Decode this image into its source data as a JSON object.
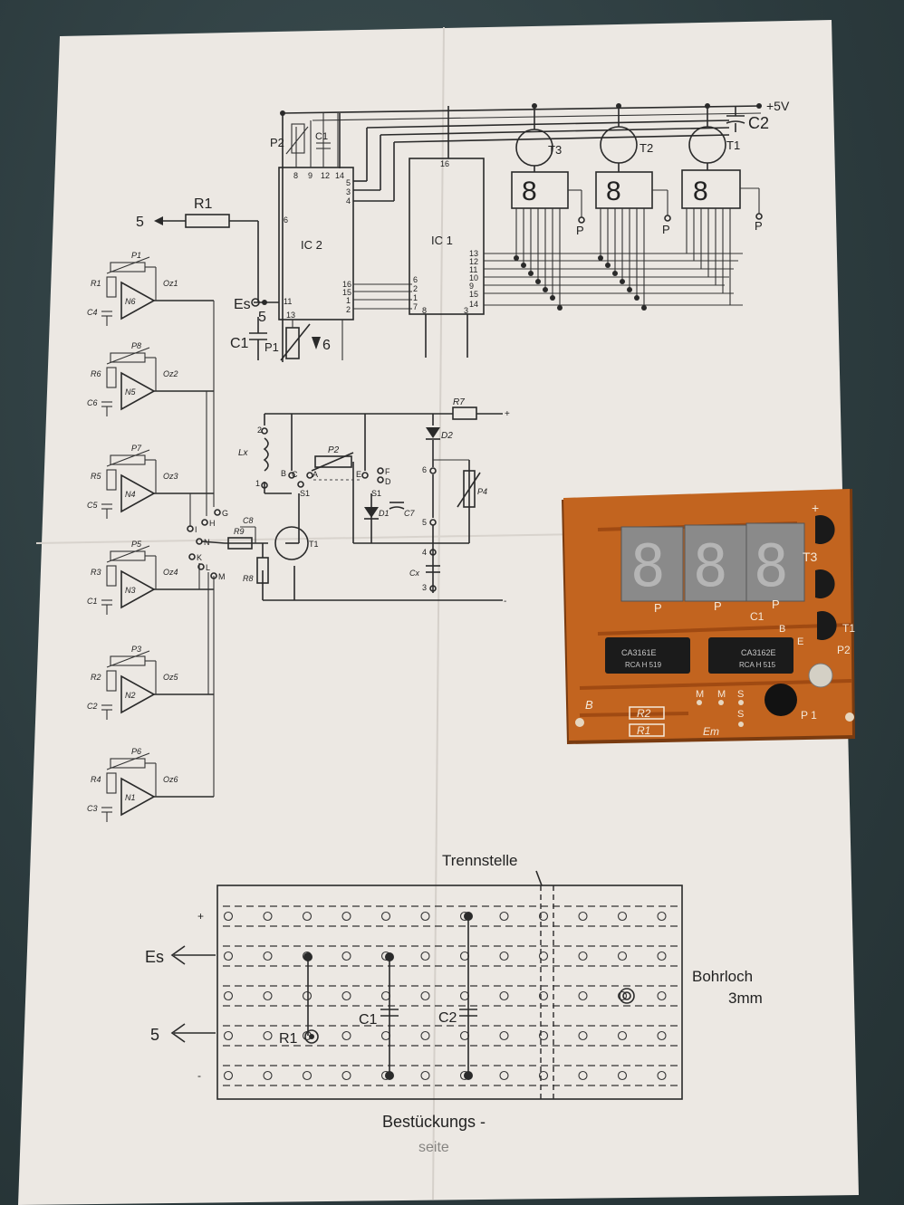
{
  "schematic": {
    "supply_label": "+5V",
    "capacitor_top": "C2",
    "transistors": [
      "T3",
      "T2",
      "T1"
    ],
    "display_points": [
      "P",
      "P",
      "P"
    ],
    "ic_main": "IC 2",
    "ic_driver": "IC 1",
    "resistor_r1": "R1",
    "output_5": "5",
    "es_label": "Es",
    "es_5": "5",
    "c1_label": "C1",
    "p1_label": "P1",
    "p2_label": "P2",
    "c1_top": "C1",
    "arrow6": "6",
    "ic2_pins_top": [
      "8",
      "9",
      "12",
      "14"
    ],
    "ic2_pins_right": [
      "5",
      "3",
      "4"
    ],
    "ic2_pins_left": [
      "6",
      "11",
      "13"
    ],
    "ic2_pins_bottom": [
      "16",
      "15",
      "1",
      "2"
    ],
    "ic1_pin_top": "16",
    "ic1_pins_left": [
      "6",
      "2",
      "1",
      "7"
    ],
    "ic1_pins_bottom": [
      "8",
      "3"
    ],
    "ic1_pins_right": [
      "13",
      "12",
      "11",
      "10",
      "9",
      "15",
      "14"
    ],
    "opamps": [
      {
        "n": "N6",
        "r": "R1",
        "p": "P1",
        "c": "C4",
        "oz": "Oz1"
      },
      {
        "n": "N5",
        "r": "R6",
        "p": "P8",
        "c": "C6",
        "oz": "Oz2"
      },
      {
        "n": "N4",
        "r": "R5",
        "p": "P7",
        "c": "C5",
        "oz": "Oz3"
      },
      {
        "n": "N3",
        "r": "R3",
        "p": "P5",
        "c": "C1",
        "oz": "Oz4"
      },
      {
        "n": "N2",
        "r": "R2",
        "p": "P3",
        "c": "C2",
        "oz": "Oz5"
      },
      {
        "n": "N1",
        "r": "R4",
        "p": "P6",
        "c": "C3",
        "oz": "Oz6"
      }
    ],
    "switch_labels": [
      "I",
      "H",
      "G",
      "N",
      "K",
      "L",
      "M"
    ],
    "osc": {
      "lx": "Lx",
      "r9": "R9",
      "c8": "C8",
      "r8": "R8",
      "t1": "T1",
      "p2": "P2",
      "s1a": "S1",
      "s1b": "S1",
      "d1": "D1",
      "c7": "C7",
      "d2": "D2",
      "r7": "R7",
      "p4": "P4",
      "cx": "Cx",
      "pin2": "2",
      "pin1": "1",
      "pinB": "B",
      "pinC": "C",
      "pinA": "A",
      "pinE": "E",
      "pinD": "D",
      "pinF": "F",
      "t6": "6",
      "t5": "5",
      "t4": "4",
      "t3": "3",
      "plus": "+",
      "minus": "-"
    }
  },
  "pcb": {
    "chips": [
      "CA3161E",
      "CA3162E"
    ],
    "chip_codes": [
      "RCA H 519",
      "RCA H 515"
    ],
    "labels": {
      "t3": "T3",
      "c1": "C1",
      "p_left": "P",
      "p_mid": "P",
      "p_right": "P",
      "b": "B",
      "e": "E",
      "t1": "T1",
      "p2": "P2",
      "p1": "P 1",
      "r2": "R2",
      "r1": "R1",
      "em": "Em",
      "m1": "M",
      "m2": "M",
      "s1": "S",
      "s2": "S",
      "b_left": "B",
      "plus": "+"
    }
  },
  "layout_drawing": {
    "trennstelle": "Trennstelle",
    "es": "Es",
    "five": "5",
    "plus": "+",
    "minus": "-",
    "r1": "R1",
    "c1": "C1",
    "c2": "C2",
    "bohrloch": "Bohrloch",
    "bohrloch_size": "3mm",
    "caption": "Bestückungs -",
    "caption_cut": "seite"
  }
}
